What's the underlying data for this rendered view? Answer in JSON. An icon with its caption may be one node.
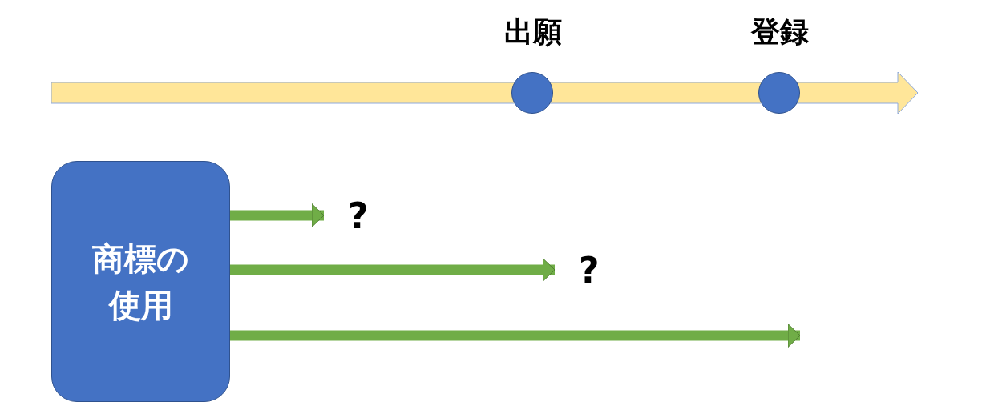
{
  "diagram": {
    "nodes": [
      {
        "text": [
          "出願"
        ]
      },
      {
        "text": [
          "登録"
        ]
      },
      {
        "text": [
          "商標の使用"
        ]
      },
      {
        "text": [
          "?"
        ]
      },
      {
        "text": [
          "?"
        ]
      }
    ],
    "edges": [
      {
        "from": 2,
        "to": 3,
        "arrow": "to"
      },
      {
        "from": 2,
        "to": 4,
        "arrow": "to"
      },
      {
        "from": 2,
        "to": null,
        "arrow": "to"
      }
    ]
  }
}
